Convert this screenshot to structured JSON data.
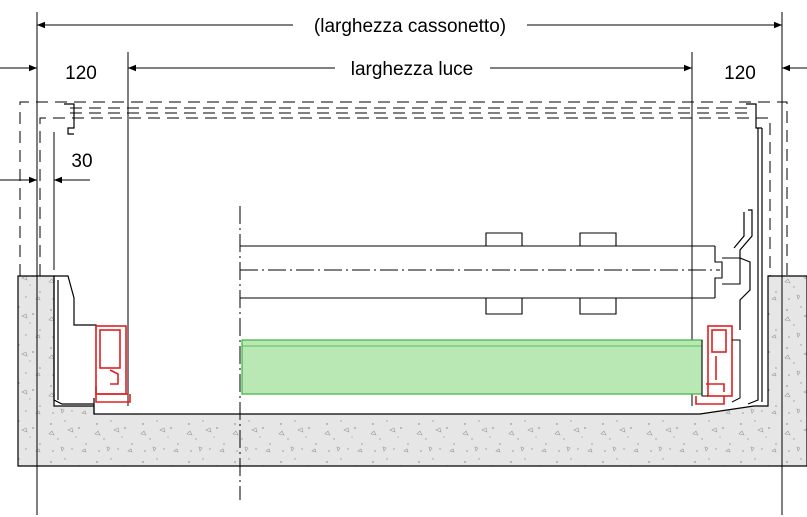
{
  "dimensions": {
    "overall": "(larghezza cassonetto)",
    "opening": "larghezza luce",
    "left_margin": "120",
    "right_margin": "120",
    "side_gap": "30"
  },
  "colors": {
    "line": "#000000",
    "concrete_fill": "#e6e6e6",
    "profile_red": "#e02020",
    "glass_fill": "#b9e8b4",
    "glass_stroke": "#3cb43c"
  }
}
